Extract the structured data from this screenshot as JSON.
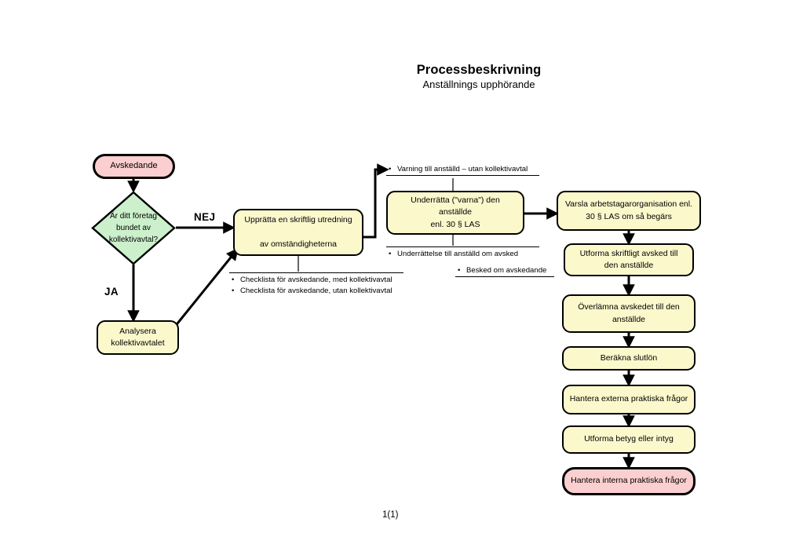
{
  "document": {
    "title": "Processbeskrivning",
    "subtitle": "Anställnings upphörande",
    "page_number": "1(1)"
  },
  "colors": {
    "terminal_fill": "#fbcfcf",
    "process_fill": "#fbf8cc",
    "decision_fill": "#ccf0cc",
    "stroke": "#000000",
    "background": "#ffffff"
  },
  "flow": {
    "start_node": {
      "label": "Avskedande",
      "shape": "terminal",
      "fill": "#fbcfcf"
    },
    "decision": {
      "label": "Är ditt företag\nbundet av\nkollektivavtal?",
      "shape": "diamond",
      "fill": "#ccf0cc",
      "branch_yes": "JA",
      "branch_no": "NEJ"
    },
    "left_nodes": [
      {
        "id": "analysera",
        "label": "Analysera\nkollektivavtalet",
        "shape": "process",
        "fill": "#fbf8cc"
      },
      {
        "id": "upprätta",
        "label": "Upprätta en skriftlig utredning\n\nav omständigheterna",
        "shape": "process",
        "fill": "#fbf8cc"
      }
    ],
    "middle_nodes": [
      {
        "id": "underratta",
        "label": "Underrätta (\"varna\") den anställde\nenl. 30 § LAS",
        "shape": "process",
        "fill": "#fbf8cc"
      }
    ],
    "right_nodes": [
      {
        "id": "varsla",
        "label": "Varsla arbetstagarorganisation enl.\n30 § LAS om så begärs",
        "shape": "process",
        "fill": "#fbf8cc"
      },
      {
        "id": "utforma-avsked",
        "label": "Utforma skriftligt avsked till\nden anställde",
        "shape": "process",
        "fill": "#fbf8cc"
      },
      {
        "id": "overlamna",
        "label": "Överlämna avskedet till den\nanställde",
        "shape": "process",
        "fill": "#fbf8cc"
      },
      {
        "id": "berakna",
        "label": "Beräkna slutlön",
        "shape": "process",
        "fill": "#fbf8cc"
      },
      {
        "id": "externa",
        "label": "Hantera externa praktiska frågor",
        "shape": "process",
        "fill": "#fbf8cc"
      },
      {
        "id": "betyg",
        "label": "Utforma betyg eller intyg",
        "shape": "process",
        "fill": "#fbf8cc"
      },
      {
        "id": "interna",
        "label": "Hantera interna praktiska frågor",
        "shape": "terminal",
        "fill": "#fbcfcf"
      }
    ],
    "notes": [
      {
        "id": "note-varning",
        "items": [
          "Varning till anställd – utan kollektivavtal"
        ]
      },
      {
        "id": "note-checklista",
        "items": [
          "Checklista för avskedande, med kollektivavtal",
          "Checklista för avskedande, utan kollektivavtal"
        ]
      },
      {
        "id": "note-underrattelse",
        "items": [
          "Underrättelse till anställd om avsked"
        ]
      },
      {
        "id": "note-besked",
        "items": [
          "Besked om avskedande"
        ]
      }
    ]
  }
}
